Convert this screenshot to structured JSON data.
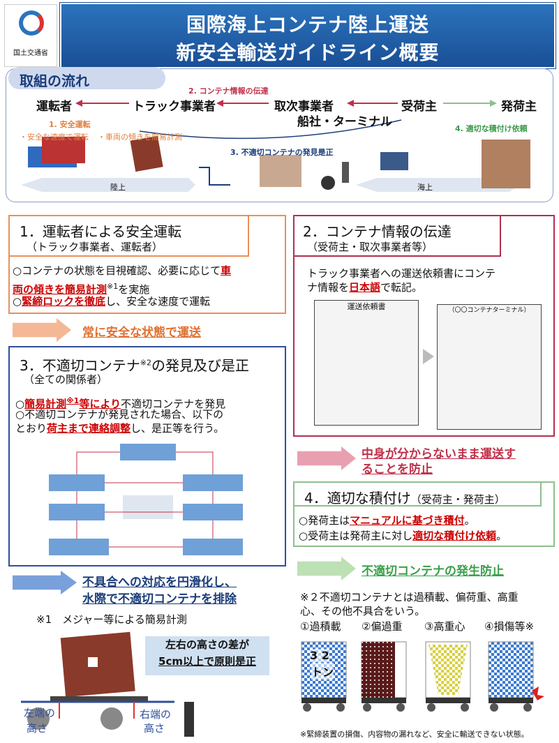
{
  "header": {
    "org": "国土交通省",
    "title1": "国際海上コンテナ陸上運送",
    "title2": "新安全輸送ガイドライン概要"
  },
  "flow": {
    "title": "取組の流れ",
    "driver": "運転者",
    "truck": "トラック事業者",
    "forwarder": "取次事業者",
    "shipline": "船社・ターミナル",
    "consignee": "受荷主",
    "shipper": "発荷主",
    "step1": "1. 安全運転",
    "step1a": "・安全な速度で運転",
    "step1b": "・車両の傾きを簡易計測",
    "step2": "2. コンテナ情報の伝達",
    "step3": "3. 不適切コンテナの発見是正",
    "step4": "4. 適切な積付け依頼",
    "land": "陸上",
    "sea": "海上"
  },
  "s1": {
    "title": "1．運転者による安全運転",
    "sub": "（トラック事業者、運転者）",
    "l1a": "○コンテナの状態を目視確認、必要に応じて",
    "l1b": "車",
    "l2a": "両の傾きを簡易計測",
    "l2b": "※1",
    "l2c": "を実施",
    "l3a": "○",
    "l3b": "緊締ロックを徹底",
    "l3c": "し、安全な速度で運転",
    "result": "常に安全な状態で運送"
  },
  "s2": {
    "title": "2．コンテナ情報の伝達",
    "sub": "（受荷主・取次事業者等）",
    "l1": "トラック事業者への運送依頼書にコンテ",
    "l2a": "ナ情報を",
    "l2b": "日本語",
    "l2c": "で転記。",
    "result1": "中身が分からないまま運送す",
    "result2": "ることを防止"
  },
  "s3": {
    "title": "3．不適切コンテナ",
    "title_sup": "※2",
    "title_end": "の発見及び是正",
    "sub": "（全ての関係者）",
    "l1a": "○",
    "l1b": "簡易計測",
    "l1c": "※1",
    "l1d": "等により",
    "l1e": "不適切コンテナを発見",
    "l2": "○不適切コンテナが発見された場合、以下の",
    "l3a": "とおり",
    "l3b": "荷主まで連絡調整",
    "l3c": "し、是正等を行う。",
    "result1": "不具合への対応を円滑化し、",
    "result2": "水際で不適切コンテナを排除"
  },
  "s4": {
    "title": "4．適切な積付け",
    "sub": "（受荷主・発荷主）",
    "l1a": "○発荷主は",
    "l1b": "マニュアルに基づき積付",
    "l1c": "。",
    "l2a": "○受荷主は発荷主に対し",
    "l2b": "適切な積付け依頼",
    "l2c": "。",
    "result": "不適切コンテナの発生防止"
  },
  "note1": {
    "title": "※1　メジャー等による簡易計測",
    "callout1": "左右の高さの差が",
    "callout2": "5cm以上で原則是正",
    "left1": "左端の",
    "left2": "高さ",
    "right1": "右端の",
    "right2": "高さ"
  },
  "note2": {
    "l1": "※２不適切コンテナとは過積載、偏荷重、高重",
    "l2": "心、その他不具合をいう。",
    "c1": "①過積載",
    "c2": "②偏過重",
    "c3": "③高重心",
    "c4": "④損傷等※",
    "label32": "3 2",
    "labelton": "トン",
    "foot": "※緊締装置の損傷、内容物の漏れなど、安全に輸送できない状態。"
  },
  "doc": {
    "left_title": "運送依頼書",
    "right_title": "（〇〇コンテナターミナル）"
  }
}
